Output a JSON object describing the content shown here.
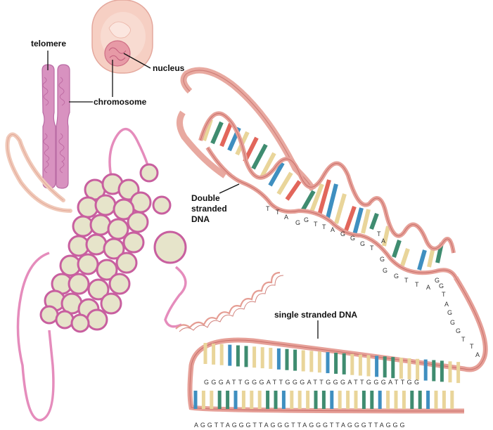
{
  "labels": {
    "telomere": "telomere",
    "nucleus": "nucleus",
    "chromosome": "chromosome",
    "double_stranded_1": "Double",
    "double_stranded_2": "stranded",
    "double_stranded_3": "DNA",
    "single_stranded": "single stranded DNA"
  },
  "sequences": {
    "upper_strand_row": "GGGATTGGGATTGGGATTGGGATTGGGATTGG",
    "lower_strand_row": "AGGTTAGGGTTAGGGTTAGGGTTAGGGTTAGGG",
    "helix_letters": [
      "T",
      "T",
      "A",
      "G",
      "G",
      "T",
      "T",
      "A",
      "G",
      "G",
      "G",
      "T",
      "T",
      "A",
      "G",
      "G",
      "G",
      "T",
      "T",
      "A",
      "G",
      "G",
      "T",
      "A",
      "G",
      "G",
      "G",
      "T",
      "T",
      "A"
    ]
  },
  "colors": {
    "cell": "#f5c9be",
    "chromosome": "#d98bbd",
    "fiber": "#c95fa0",
    "nucleosome": "#e8e6cc",
    "backbone": "#e7a59c",
    "base_blue": "#3f8fc0",
    "base_green": "#3f8c70",
    "base_tan": "#e9d59a",
    "base_red": "#e2665b"
  }
}
